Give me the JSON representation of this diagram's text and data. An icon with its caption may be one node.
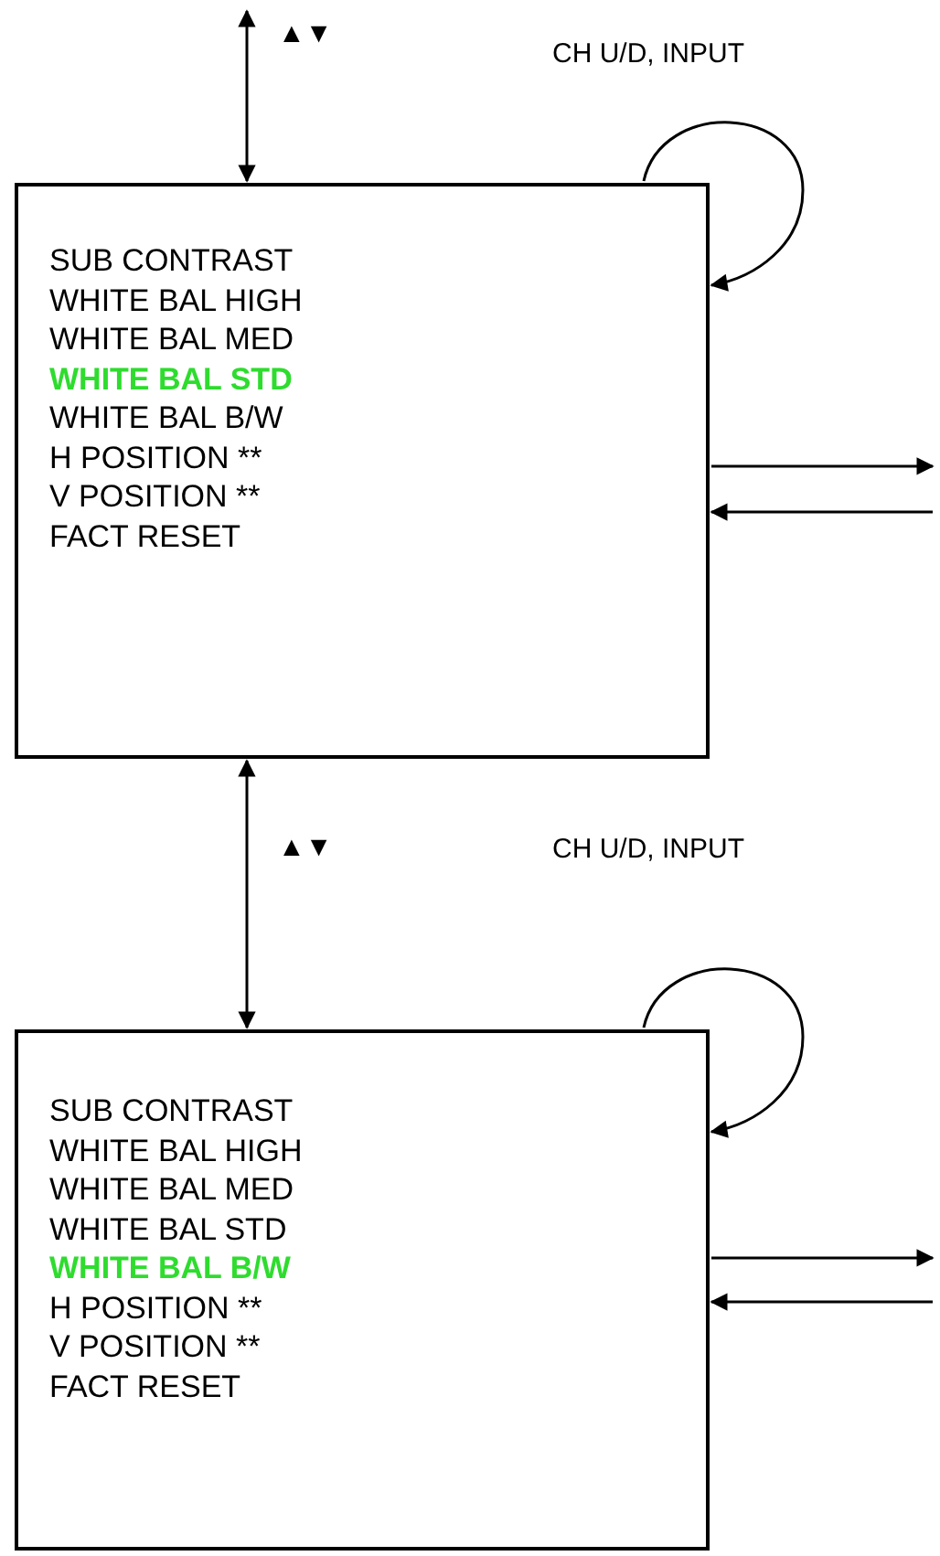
{
  "diagram": {
    "nodes": [
      {
        "text": [
          "SUB CONTRAST",
          "WHITE BAL HIGH",
          "WHITE BAL MED",
          "**WHITE BAL STD**",
          "WHITE BAL B/W",
          "H POSITION **",
          "V POSITION **",
          "FACT RESET"
        ]
      },
      {
        "text": [
          "SUB CONTRAST",
          "WHITE BAL HIGH",
          "WHITE BAL MED",
          "WHITE BAL STD",
          "**WHITE BAL B/W**",
          "H POSITION **",
          "V POSITION **",
          "FACT RESET"
        ]
      }
    ],
    "edges": [
      {
        "from": null,
        "to": 0,
        "arrow": "both",
        "label": "▲▼"
      },
      {
        "from": 0,
        "to": 0,
        "arrow": "to",
        "label": "CH U/D, INPUT"
      },
      {
        "from": 0,
        "to": null,
        "arrow": "to"
      },
      {
        "from": null,
        "to": 0,
        "arrow": "to"
      },
      {
        "from": 0,
        "to": 1,
        "arrow": "both",
        "label": "▲▼"
      },
      {
        "from": 1,
        "to": 1,
        "arrow": "to",
        "label": "CH U/D, INPUT"
      },
      {
        "from": 1,
        "to": null,
        "arrow": "to"
      },
      {
        "from": null,
        "to": 1,
        "arrow": "to"
      }
    ]
  }
}
